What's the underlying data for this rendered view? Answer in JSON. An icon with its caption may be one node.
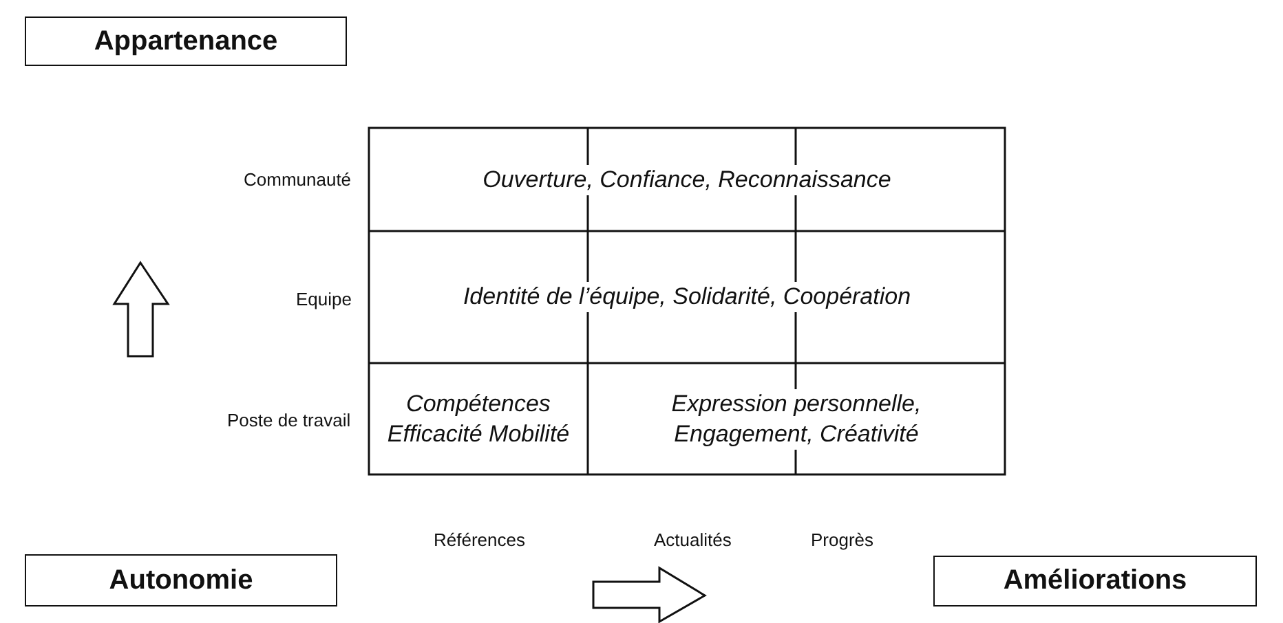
{
  "diagram": {
    "nodes": [
      {
        "text": [
          "Appartenance"
        ]
      },
      {
        "text": [
          "Ouverture, Confiance, Reconnaissance"
        ]
      },
      {
        "text": [
          "Identité de l’équipe, Solidarité, Coopération"
        ]
      },
      {
        "text": [
          "Compétences Efficacité Mobilité"
        ]
      },
      {
        "text": [
          "Expression personnelle, Engagement, Créativité"
        ]
      },
      {
        "text": [
          "Autonomie"
        ]
      },
      {
        "text": [
          "Améliorations"
        ]
      }
    ],
    "edges": [],
    "labels": [
      "Communauté",
      "Equipe",
      "Poste de travail",
      "Références",
      "Actualités",
      "Progrès"
    ]
  }
}
